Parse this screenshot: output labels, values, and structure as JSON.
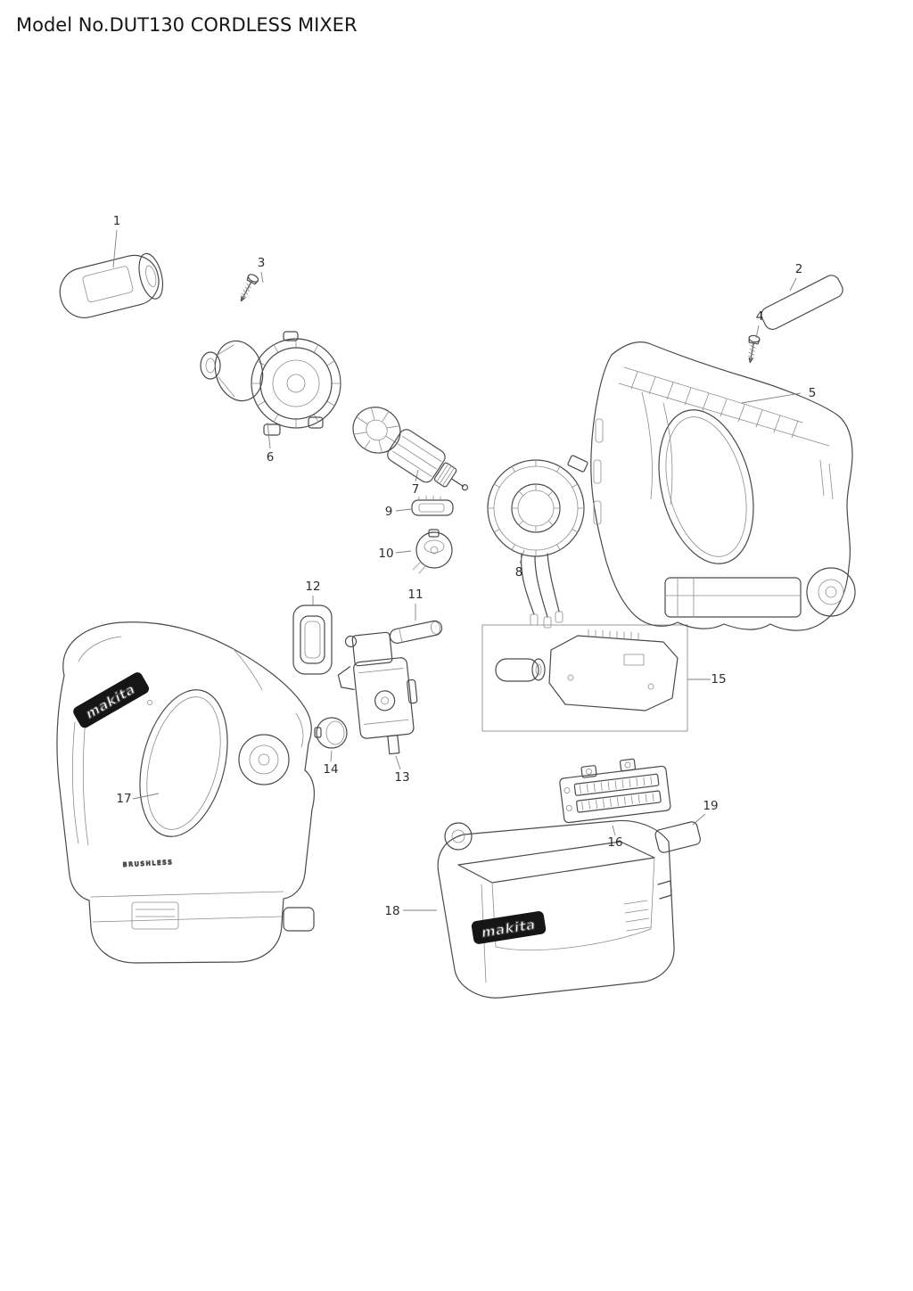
{
  "title": "Model No.DUT130 CORDLESS MIXER",
  "brand": {
    "logo": "makita"
  },
  "markings": {
    "housing": "BRUSHLESS"
  },
  "part_numbers": [
    "1",
    "2",
    "3",
    "4",
    "5",
    "6",
    "7",
    "8",
    "9",
    "10",
    "11",
    "12",
    "13",
    "14",
    "15",
    "16",
    "17",
    "18",
    "19"
  ]
}
